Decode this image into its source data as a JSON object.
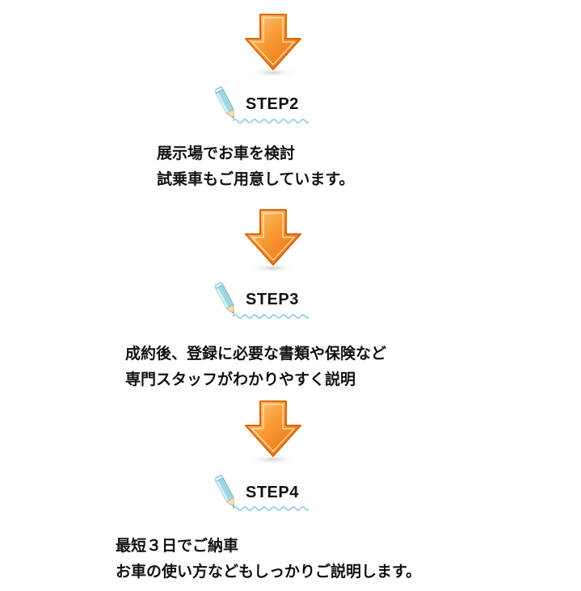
{
  "steps": [
    {
      "label": "STEP2",
      "lines": [
        "展示場でお車を検討",
        "試乗車もご用意しています。"
      ]
    },
    {
      "label": "STEP3",
      "lines": [
        "成約後、登録に必要な書類や保険など",
        "専門スタッフがわかりやすく説明"
      ]
    },
    {
      "label": "STEP4",
      "lines": [
        "最短３日でご納車",
        "お車の使い方などもしっかりご説明します。"
      ]
    }
  ],
  "colors": {
    "arrow_light": "#fbb25c",
    "arrow_dark": "#f07a12",
    "pencil_body": "#9fd6e2",
    "wave": "#7cc6d8"
  },
  "icons": {
    "arrow": "arrow-down-icon",
    "pencil": "pencil-icon"
  }
}
